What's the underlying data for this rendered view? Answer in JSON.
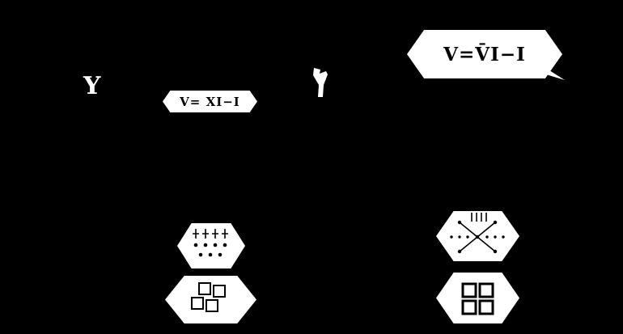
{
  "scene": {
    "background_color": "#000000",
    "bubble_color": "#ffffff",
    "ink_color": "#000000"
  },
  "figures": {
    "left_glyph": {
      "icon": "y-figure-icon",
      "char": "Y"
    },
    "mid_glyph": {
      "icon": "flag-figure-icon"
    }
  },
  "bubbles": {
    "formula_small": {
      "text": "V= XI−I"
    },
    "formula_large": {
      "text": "V=V̄I−I"
    },
    "dot_grid": {
      "icon": "dot-grid-icon",
      "row_counts": [
        4,
        4,
        3
      ]
    },
    "square_cluster": {
      "icon": "square-cluster-icon",
      "square_count": 4
    },
    "x_tally": {
      "icon": "x-tally-icon"
    },
    "square_grid": {
      "icon": "four-square-grid-icon",
      "rows": 2,
      "cols": 2
    }
  }
}
